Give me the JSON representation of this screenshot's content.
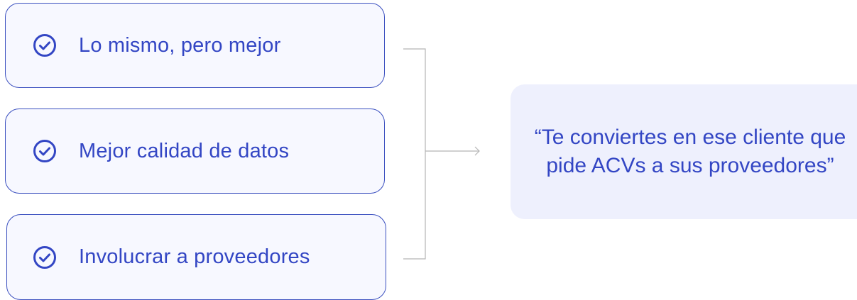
{
  "items": [
    {
      "label": "Lo mismo, pero mejor",
      "icon": "check-circle-icon"
    },
    {
      "label": "Mejor calidad de datos",
      "icon": "check-circle-icon"
    },
    {
      "label": "Involucrar a proveedores",
      "icon": "check-circle-icon"
    }
  ],
  "quote": {
    "text": "“Te conviertes en ese cliente que pide ACVs a sus proveedores”"
  },
  "colors": {
    "accent": "#3346c4",
    "card_border": "#3a4fbf",
    "card_fill": "#f7f8ff",
    "quote_fill": "#eef0fd",
    "connector": "#b5b5b5"
  }
}
